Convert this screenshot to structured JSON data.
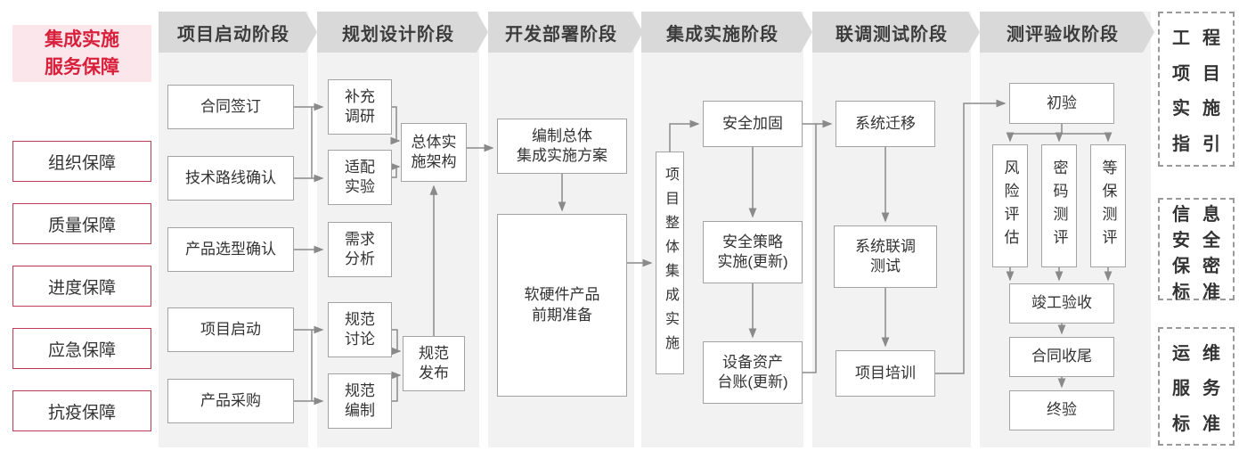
{
  "sidebar_left": {
    "title": "集成实施\n服务保障",
    "items": [
      {
        "label": "组织保障"
      },
      {
        "label": "质量保障"
      },
      {
        "label": "进度保障"
      },
      {
        "label": "应急保障"
      },
      {
        "label": "抗疫保障"
      }
    ]
  },
  "phases": [
    {
      "label": "项目启动阶段"
    },
    {
      "label": "规划设计阶段"
    },
    {
      "label": "开发部署阶段"
    },
    {
      "label": "集成实施阶段"
    },
    {
      "label": "联调测试阶段"
    },
    {
      "label": "测评验收阶段"
    }
  ],
  "nodes": {
    "contract_signing": "合同签订",
    "tech_route_confirm": "技术路线确认",
    "product_selection_confirm": "产品选型确认",
    "project_kickoff": "项目启动",
    "product_procurement": "产品采购",
    "supplementary_research": "补充\n调研",
    "adaptation_test": "适配\n实验",
    "requirement_analysis": "需求\n分析",
    "spec_discussion": "规范\n讨论",
    "spec_compilation": "规范\n编制",
    "overall_architecture": "总体实\n施架构",
    "spec_release": "规范\n发布",
    "compile_integration_plan": "编制总体\n集成实施方案",
    "hw_sw_preparation": "软硬件产品\n前期准备",
    "overall_integration": "项目整体集成实施",
    "security_hardening": "安全加固",
    "security_policy_update": "安全策略\n实施(更新)",
    "asset_ledger_update": "设备资产\n台账(更新)",
    "system_migration": "系统迁移",
    "joint_testing": "系统联调\n测试",
    "project_training": "项目培训",
    "initial_acceptance": "初验",
    "risk_assessment": "风险评估",
    "crypto_evaluation": "密码测评",
    "mlps_evaluation": "等保测评",
    "completion_acceptance": "竣工验收",
    "contract_closure": "合同收尾",
    "final_acceptance": "终验"
  },
  "standards_right": [
    {
      "name": "工程项目实施指引",
      "lines": [
        "工程",
        "项目",
        "实施",
        "指引"
      ]
    },
    {
      "name": "信息安全保密标准",
      "lines": [
        "信息",
        "安全",
        "保密",
        "标准"
      ]
    },
    {
      "name": "运维服务标准",
      "lines": [
        "运维",
        "服务",
        "标准"
      ]
    }
  ],
  "colors": {
    "accent_red": "#d8203c",
    "red_border": "#c23a54",
    "pink_bg": "#fbe7eb",
    "band_bg": "#f2f2f2",
    "header_bg": "#d9d9d9",
    "box_border": "#a3a3a3",
    "arrow": "#8a8a8a"
  }
}
